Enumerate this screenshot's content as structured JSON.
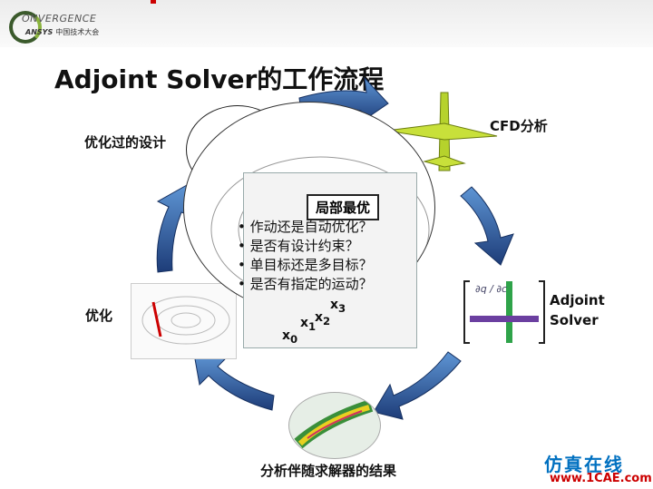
{
  "logo": {
    "line1": "ONVERGENCE",
    "line2_brand": "ANSYS",
    "line2_cn": "中国技术大会"
  },
  "title": "Adjoint Solver的工作流程",
  "labels": {
    "optimized_design": "优化过的设计",
    "cfd": "CFD分析",
    "adjoint_line1": "Adjoint",
    "adjoint_line2": "Solver",
    "optimization": "优化",
    "adjoint_result": "分析伴随求解器的结果"
  },
  "center": {
    "local_optimum": "局部最优",
    "bullets": [
      "作动还是自动优化？",
      "是否有设计约束？",
      "单目标还是多目标？",
      "是否有指定的运动？"
    ],
    "x_labels": [
      "x",
      "x",
      "x",
      "x"
    ],
    "x_subs": [
      "0",
      "1",
      "2",
      "3"
    ]
  },
  "watermark": {
    "line1": "仿真在线",
    "line2": "www.1CAE.com"
  },
  "colors": {
    "arrow_dark": "#1f3f7a",
    "arrow_light": "#4f86c6",
    "bracket_green": "#2fa34a",
    "bracket_purple": "#6b3fa0"
  }
}
